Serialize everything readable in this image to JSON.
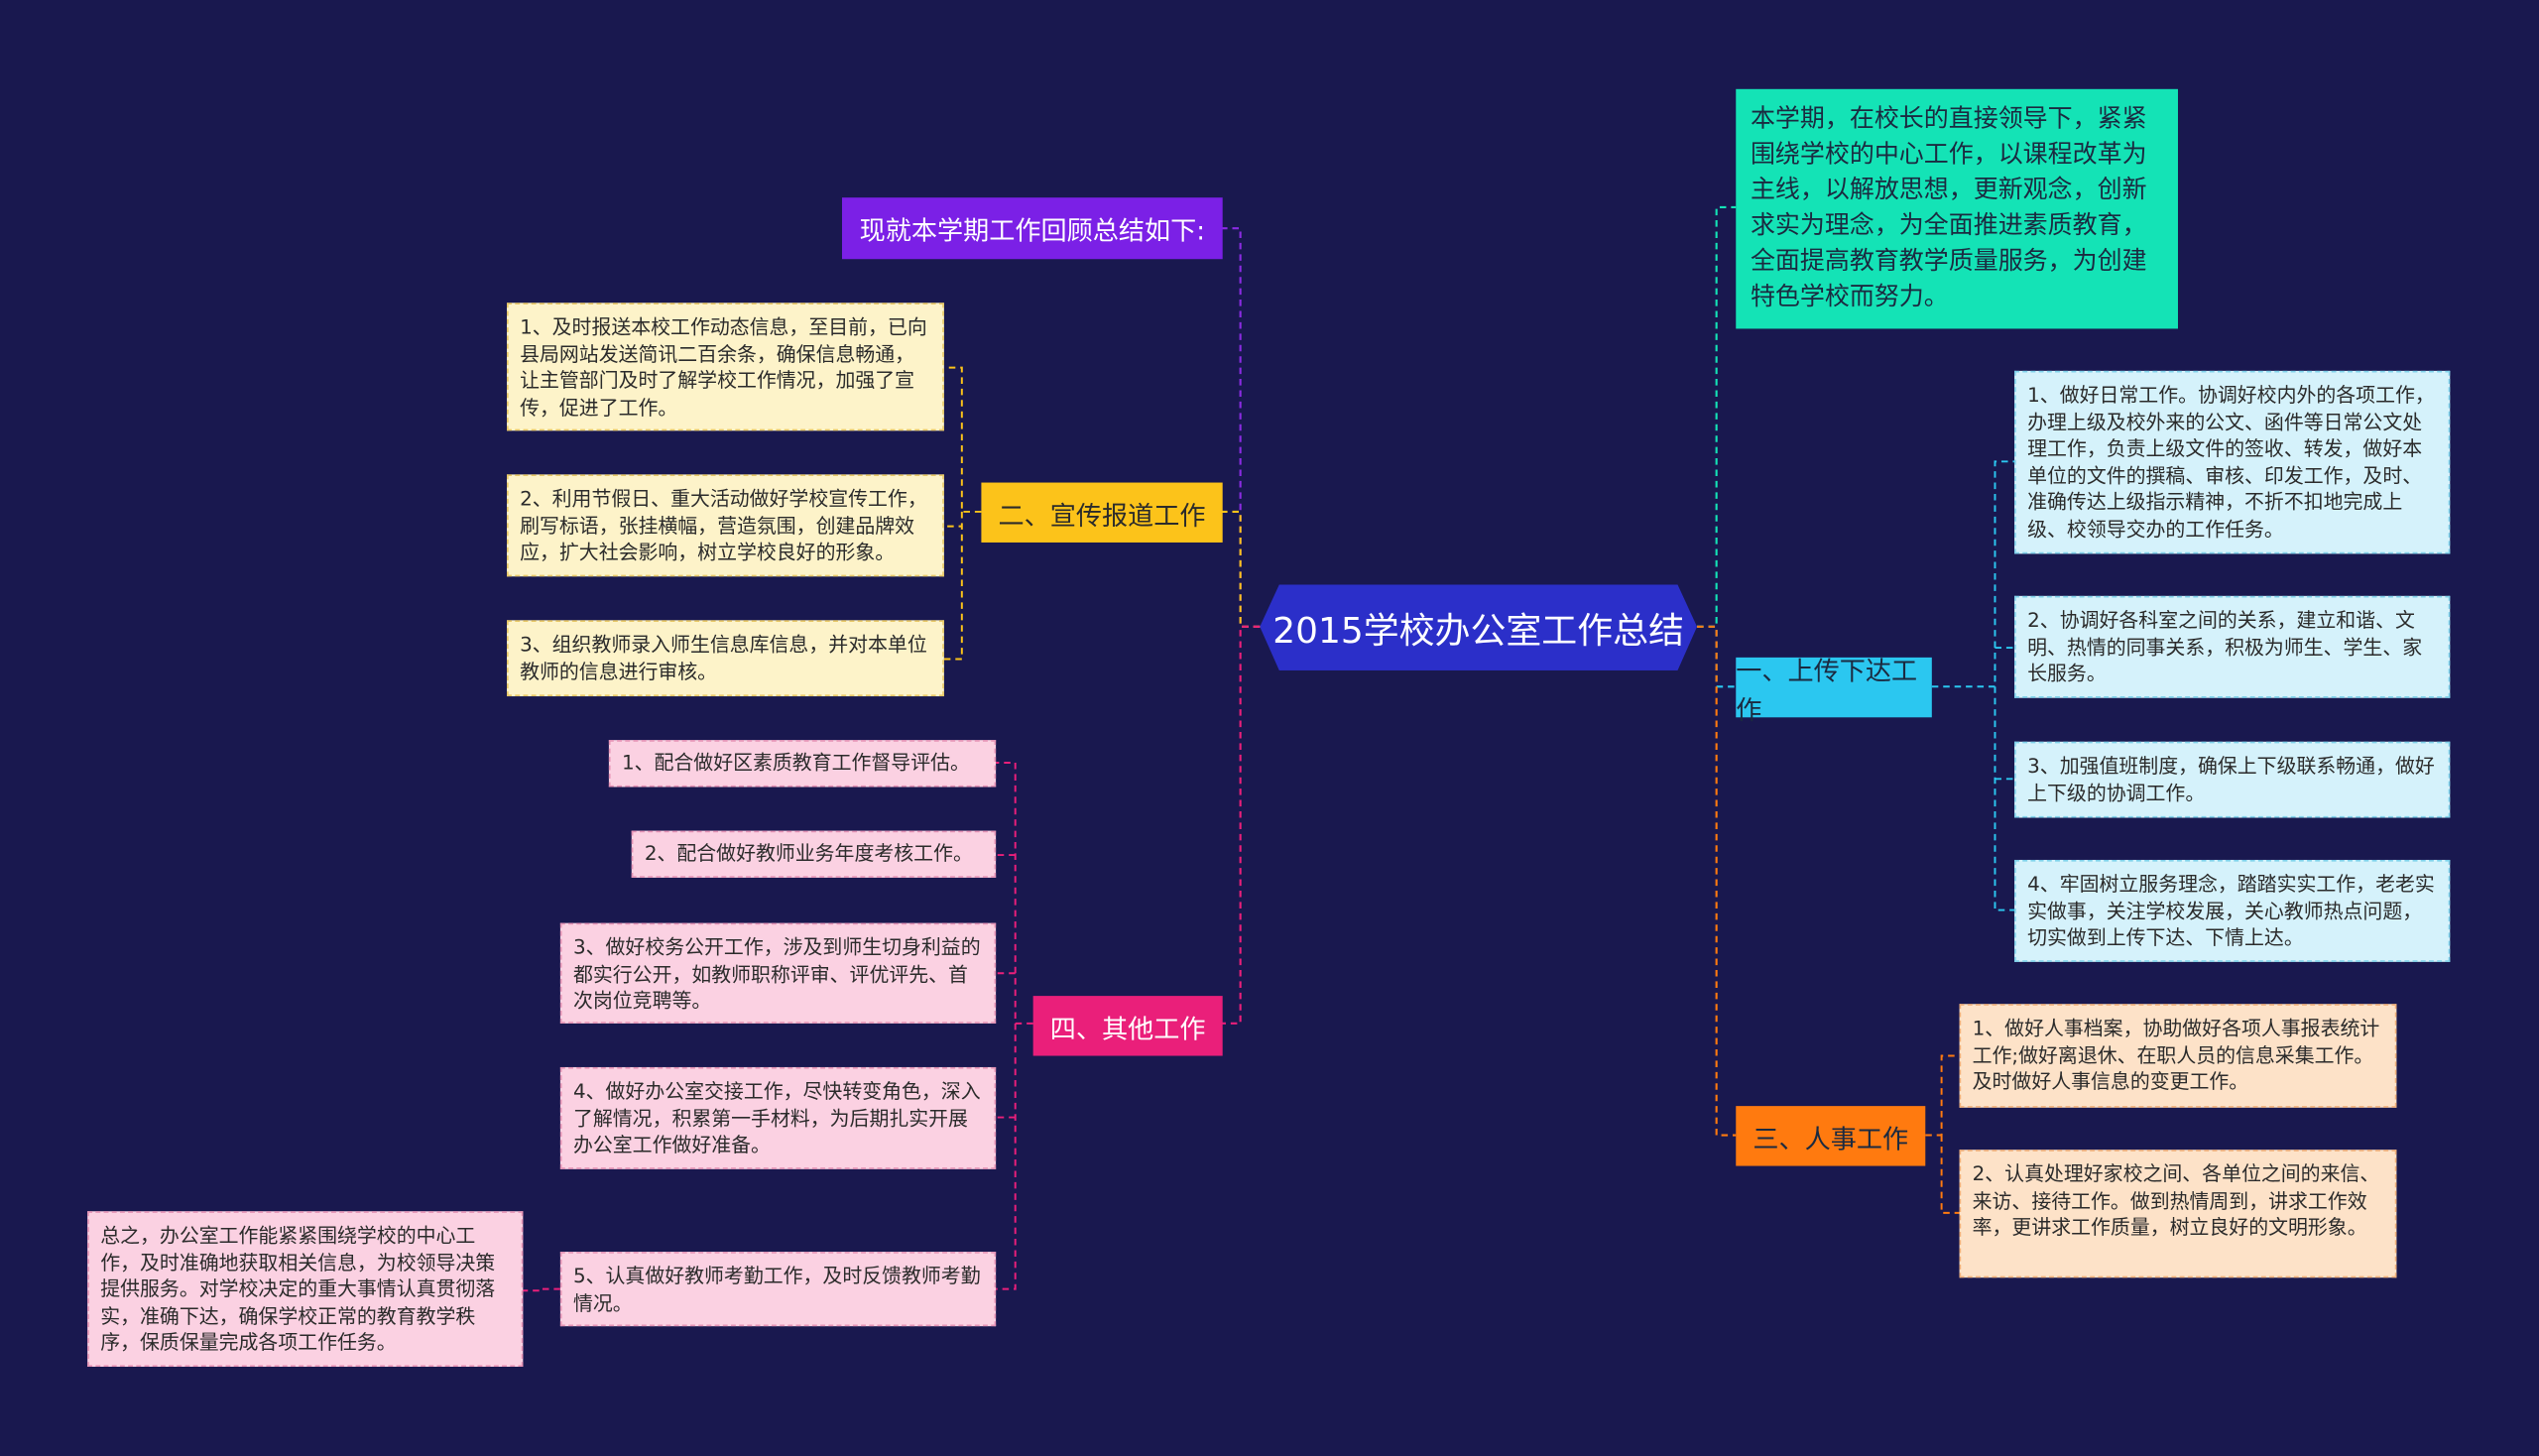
{
  "center": {
    "title": "2015学校办公室工作总结"
  },
  "intro": {
    "text": "现就本学期工作回顾总结如下:",
    "color": "#7b20e6"
  },
  "summary": {
    "text": "本学期，在校长的直接领导下，紧紧围绕学校的中心工作，以课程改革为主线，以解放思想，更新观念，创新求实为理念，为全面推进素质教育，全面提高教育教学质量服务，为创建特色学校而努力。",
    "color": "#14e3b6"
  },
  "branch_publicity": {
    "label": "二、宣传报道工作",
    "color": "#fcc31a",
    "items": [
      "1、及时报送本校工作动态信息，至目前，已向县局网站发送简讯二百余条，确保信息畅通，让主管部门及时了解学校工作情况，加强了宣传，促进了工作。",
      "2、利用节假日、重大活动做好学校宣传工作，刷写标语，张挂横幅，营造氛围，创建品牌效应，扩大社会影响，树立学校良好的形象。",
      "3、组织教师录入师生信息库信息，并对本单位教师的信息进行审核。"
    ]
  },
  "branch_other": {
    "label": "四、其他工作",
    "color": "#ea1f7a",
    "items": [
      "1、配合做好区素质教育工作督导评估。",
      "2、配合做好教师业务年度考核工作。",
      "3、做好校务公开工作，涉及到师生切身利益的都实行公开，如教师职称评审、评优评先、首次岗位竞聘等。",
      "4、做好办公室交接工作，尽快转变角色，深入了解情况，积累第一手材料，为后期扎实开展办公室工作做好准备。",
      "5、认真做好教师考勤工作，及时反馈教师考勤情况。"
    ],
    "conclusion": "总之，办公室工作能紧紧围绕学校的中心工作，及时准确地获取相关信息，为校领导决策提供服务。对学校决定的重大事情认真贯彻落实，准确下达，确保学校正常的教育教学秩序，保质保量完成各项工作任务。"
  },
  "branch_communication": {
    "label": "一、上传下达工作",
    "color": "#2bc7f0",
    "items": [
      "1、做好日常工作。协调好校内外的各项工作，办理上级及校外来的公文、函件等日常公文处理工作，负责上级文件的签收、转发，做好本单位的文件的撰稿、审核、印发工作，及时、准确传达上级指示精神，不折不扣地完成上级、校领导交办的工作任务。",
      "2、协调好各科室之间的关系，建立和谐、文明、热情的同事关系，积极为师生、学生、家长服务。",
      "3、加强值班制度，确保上下级联系畅通，做好上下级的协调工作。",
      "4、牢固树立服务理念，踏踏实实工作，老老实实做事，关注学校发展，关心教师热点问题，切实做到上传下达、下情上达。"
    ]
  },
  "branch_personnel": {
    "label": "三、人事工作",
    "color": "#ff7a0f",
    "items": [
      "1、做好人事档案，协助做好各项人事报表统计工作;做好离退休、在职人员的信息采集工作。及时做好人事信息的变更工作。",
      "2、认真处理好家校之间、各单位之间的来信、来访、接待工作。做到热情周到，讲求工作效率，更讲求工作质量，树立良好的文明形象。"
    ]
  }
}
